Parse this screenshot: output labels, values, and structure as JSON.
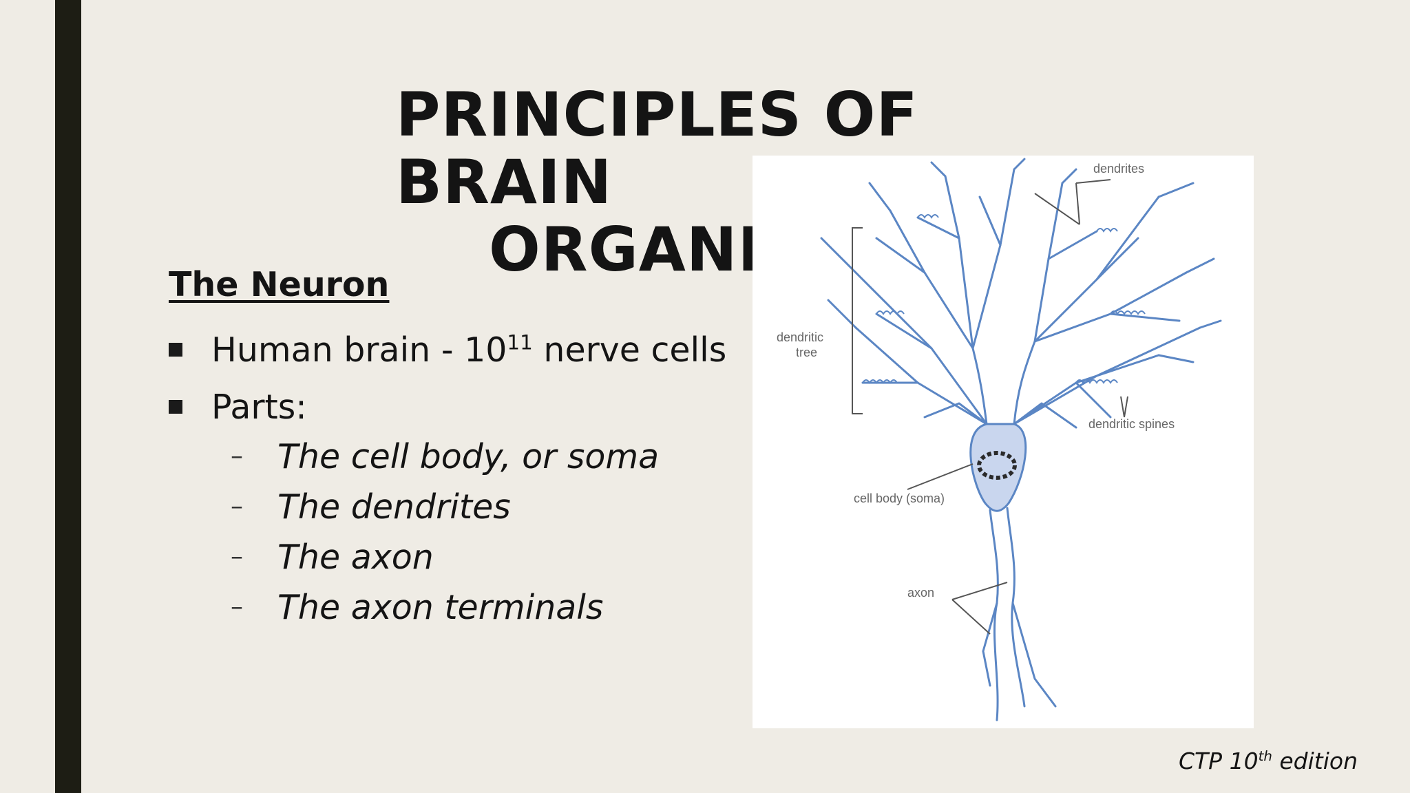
{
  "slide": {
    "title_line1": "PRINCIPLES OF BRAIN",
    "title_line2": "ORGANIZATION",
    "heading": "The Neuron",
    "bullets": {
      "b1_pre": "Human brain - 10",
      "b1_sup": "11",
      "b1_post": " nerve cells",
      "b2": "Parts:"
    },
    "dash": "–",
    "subitems": [
      "The cell body, or soma",
      "The dendrites",
      "The axon",
      "The axon terminals"
    ],
    "credit_pre": "CTP 10",
    "credit_sup": "th",
    "credit_post": " edition"
  },
  "figure": {
    "labels": {
      "dendrites": "dendrites",
      "dendritic_tree_1": "dendritic",
      "dendritic_tree_2": "tree",
      "dendritic_spines": "dendritic spines",
      "cell_body": "cell body (soma)",
      "axon": "axon"
    },
    "colors": {
      "neuron_stroke": "#5b86c4",
      "soma_fill": "#c9d6ee",
      "label": "#666666",
      "nucleus": "#2a2a2a"
    }
  }
}
